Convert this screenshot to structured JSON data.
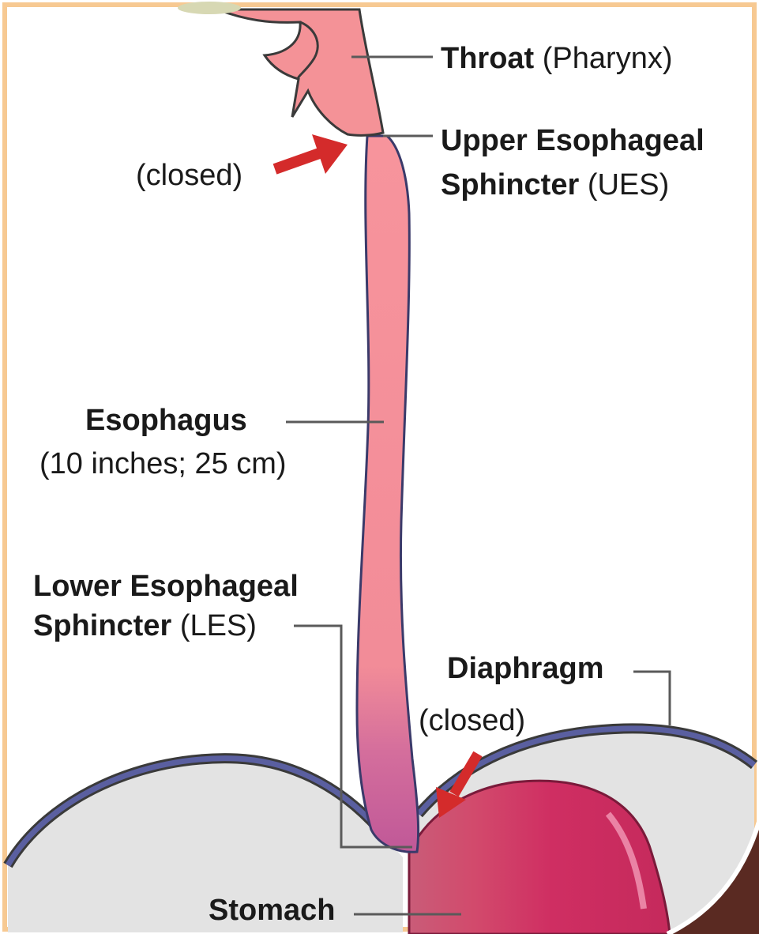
{
  "labels": {
    "throat": {
      "bold": "Throat",
      "paren": "(Pharynx)"
    },
    "ues": {
      "bold_line1": "Upper Esophageal",
      "bold_line2": "Sphincter",
      "paren": "(UES)"
    },
    "ues_state": "(closed)",
    "esophagus": {
      "bold": "Esophagus",
      "note": "(10 inches; 25 cm)"
    },
    "les": {
      "bold_line1": "Lower Esophageal",
      "bold_line2": "Sphincter",
      "paren": "(LES)"
    },
    "diaphragm": "Diaphragm",
    "les_state": "(closed)",
    "stomach": "Stomach"
  },
  "colors": {
    "frame_border": "#f7c992",
    "background": "#ffffff",
    "throat_fill": "#f49297",
    "esophagus_fill": "#f6909a",
    "esophagus_lower_fill": "#c8609a",
    "stomach_fill": "#cc2f62",
    "diaphragm_fill": "#e3e3e3",
    "diaphragm_edge": "#4a4f8a",
    "arrow": "#d42b2b",
    "leader_line": "#5a5a5a",
    "page_curl": "#5a2a22"
  },
  "icons": [
    "closed-arrow-upper",
    "closed-arrow-lower"
  ]
}
